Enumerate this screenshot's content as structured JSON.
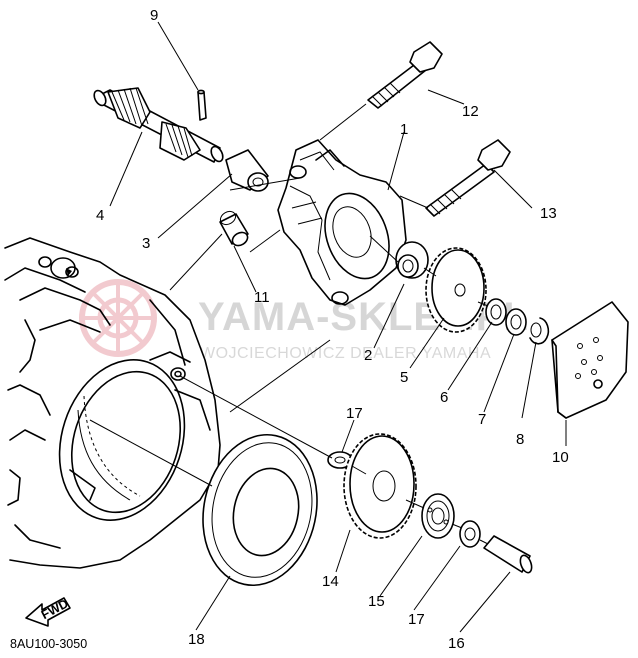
{
  "diagram_code": "8AU100-3050",
  "fwd_label": "FWD",
  "watermark": {
    "title": "YAMA-SKLEP.PL",
    "subtitle": "WOJCIECHOWICZ DEALER YAMAHA",
    "logo_color": "#e8a0a8"
  },
  "callouts": [
    "1",
    "2",
    "3",
    "4",
    "5",
    "6",
    "7",
    "8",
    "9",
    "10",
    "11",
    "12",
    "13",
    "14",
    "15",
    "16",
    "17",
    "17",
    "18"
  ]
}
